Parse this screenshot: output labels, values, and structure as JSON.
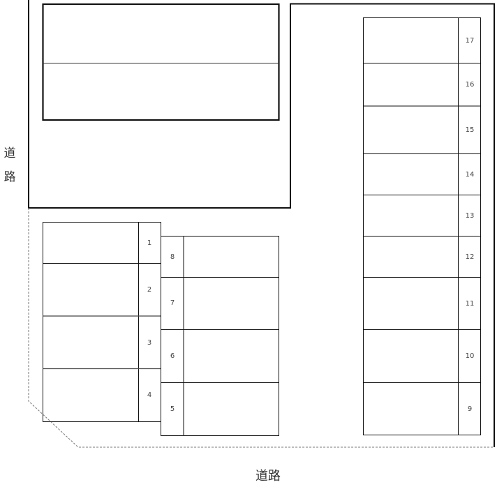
{
  "labels": {
    "road_left_char1": "道",
    "road_left_char2": "路",
    "road_bottom": "道路"
  },
  "colors": {
    "line": "#111111",
    "dashed": "#777777",
    "text": "#444444",
    "background": "#ffffff"
  },
  "building": {
    "name": "building",
    "sections": 2
  },
  "stalls": [
    {
      "number": "1"
    },
    {
      "number": "2"
    },
    {
      "number": "3"
    },
    {
      "number": "4"
    },
    {
      "number": "5"
    },
    {
      "number": "6"
    },
    {
      "number": "7"
    },
    {
      "number": "8"
    },
    {
      "number": "9"
    },
    {
      "number": "10"
    },
    {
      "number": "11"
    },
    {
      "number": "12"
    },
    {
      "number": "13"
    },
    {
      "number": "14"
    },
    {
      "number": "15"
    },
    {
      "number": "16"
    },
    {
      "number": "17"
    }
  ]
}
